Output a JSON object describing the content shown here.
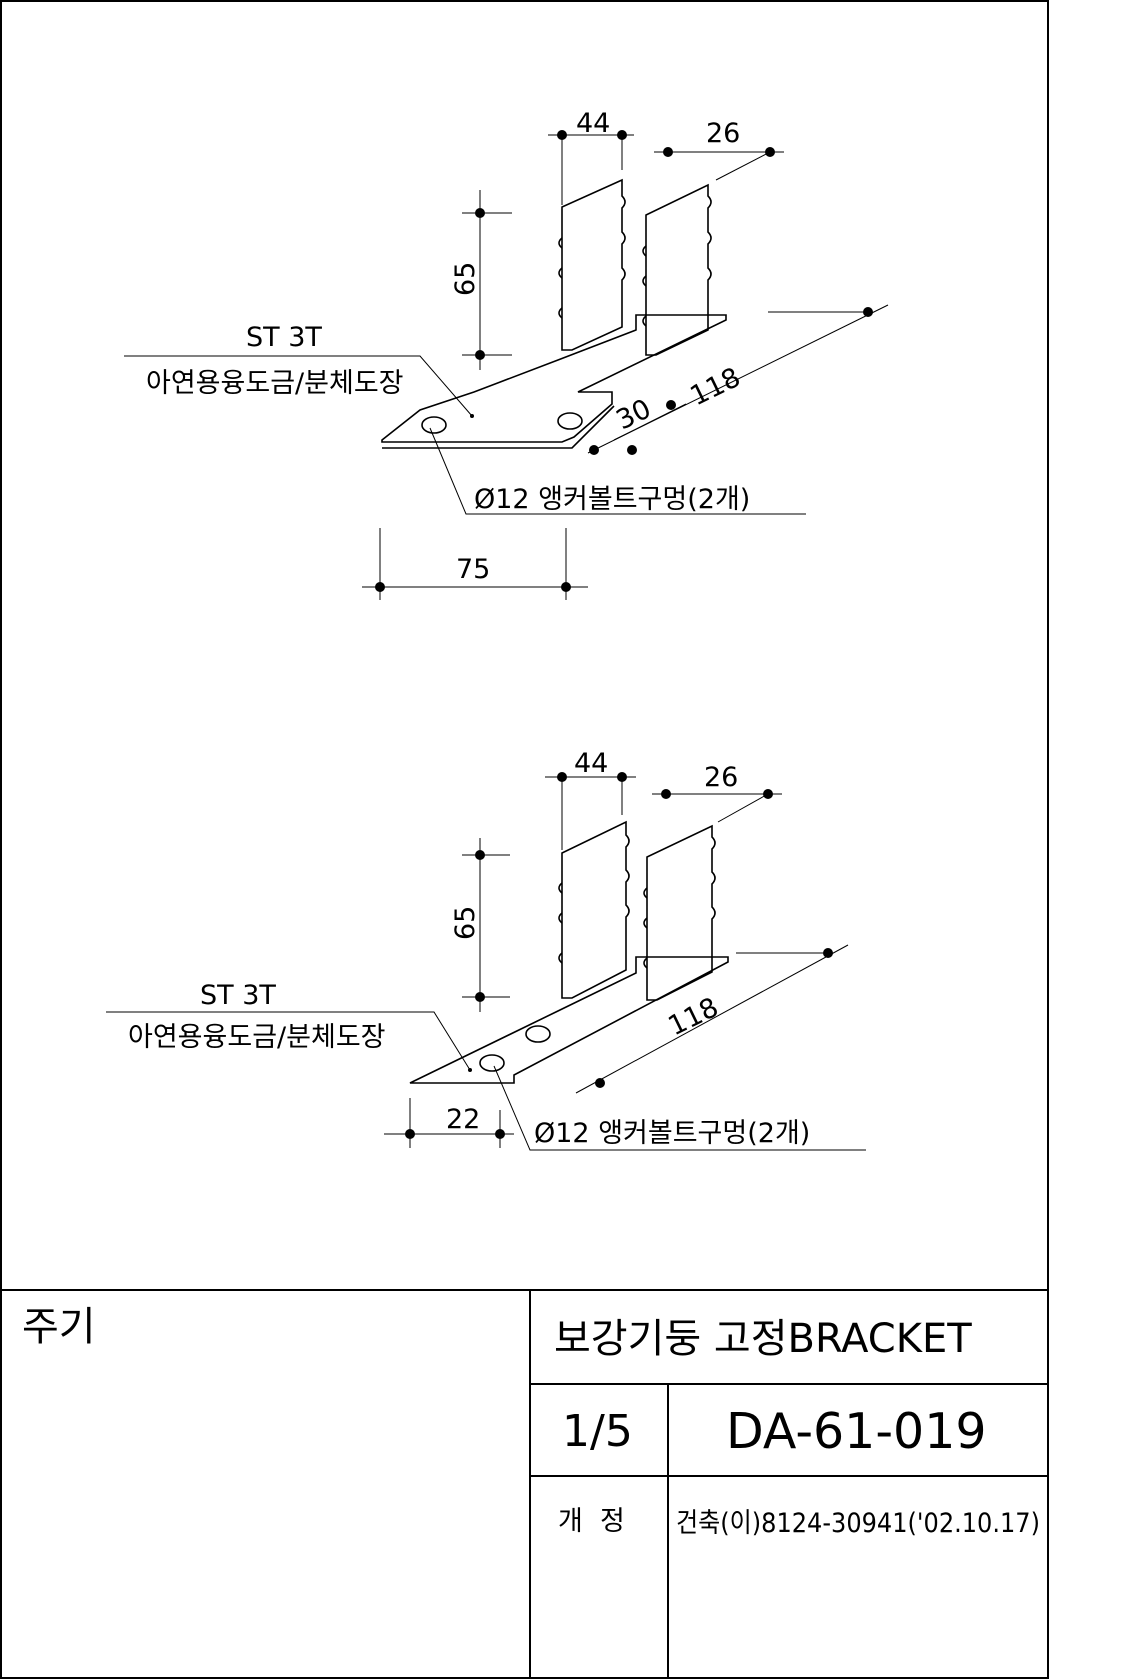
{
  "colors": {
    "ink": "#000000",
    "paper": "#ffffff"
  },
  "drawing_top": {
    "dim_width_left": "44",
    "dim_width_right": "26",
    "dim_height": "65",
    "dim_length": "118",
    "dim_gap": "30",
    "dim_base": "75",
    "material_line1": "ST 3T",
    "material_line2": "아연용융도금/분체도장",
    "hole_note": "Ø12 앵커볼트구멍(2개)"
  },
  "drawing_bottom": {
    "dim_width_left": "44",
    "dim_width_right": "26",
    "dim_height": "65",
    "dim_length": "118",
    "dim_base": "22",
    "material_line1": "ST 3T",
    "material_line2": "아연용융도금/분체도장",
    "hole_note": "Ø12 앵커볼트구멍(2개)"
  },
  "title_block": {
    "note_label": "주기",
    "drawing_title": "보강기둥 고정BRACKET",
    "sheet": "1/5",
    "drawing_number": "DA-61-019",
    "revision_label": "개  정",
    "revision_text": "건축(이)8124-30941('02.10.17)"
  }
}
